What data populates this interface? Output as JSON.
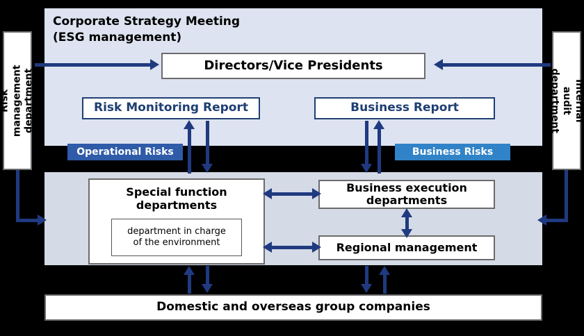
{
  "diagram": {
    "title": "Corporate Strategy Meeting\n(ESG management)",
    "top_panel": {
      "directors": "Directors/Vice Presidents",
      "risk_monitoring_report": "Risk Monitoring Report",
      "business_report": "Business Report"
    },
    "risk_tags": {
      "operational": "Operational Risks",
      "business": "Business Risks"
    },
    "bottom_panel": {
      "special_function_departments": "Special function\ndepartments",
      "environment_department": "department in charge\nof the environment",
      "business_execution_departments": "Business execution\ndepartments",
      "regional_management": "Regional management"
    },
    "group_companies": "Domestic and overseas group companies",
    "side_labels": {
      "left": "Risk management\ndepartment",
      "right": "Internal audit\ndepartment"
    },
    "colors": {
      "navy_arrow": "#1f3a80",
      "navy_text": "#1f3f72",
      "operational_tag": "#2f5ba8",
      "business_tag": "#3183c8",
      "top_panel_bg": "#dde3f0",
      "bottom_panel_bg": "#d4dae6",
      "background": "#000000"
    }
  }
}
